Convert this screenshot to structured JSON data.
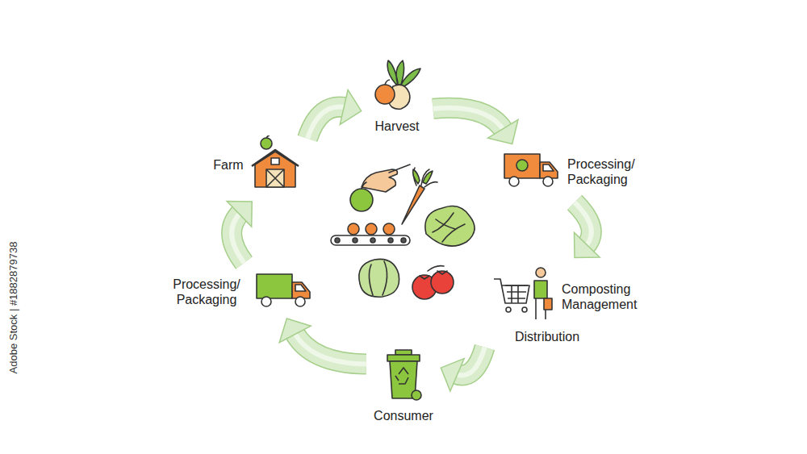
{
  "diagram": {
    "nodes": [
      {
        "text": [
          "Harvest"
        ]
      },
      {
        "text": [
          "Processing/ Packaging"
        ]
      },
      {
        "text": [
          "Composting Management",
          "Distribution"
        ]
      },
      {
        "text": [
          "Consumer"
        ]
      },
      {
        "text": [
          "Processing/ Packaging"
        ]
      },
      {
        "text": [
          "Farm"
        ]
      }
    ],
    "edges": [
      {
        "from": 5,
        "to": 0,
        "arrow": "to"
      },
      {
        "from": 0,
        "to": 1,
        "arrow": "to"
      },
      {
        "from": 1,
        "to": 2,
        "arrow": "to"
      },
      {
        "from": 2,
        "to": 3,
        "arrow": "to"
      },
      {
        "from": 3,
        "to": 4,
        "arrow": "to"
      },
      {
        "from": 4,
        "to": 5,
        "arrow": "to"
      }
    ],
    "labels": [
      "Adobe Stock | #1882879738"
    ]
  }
}
